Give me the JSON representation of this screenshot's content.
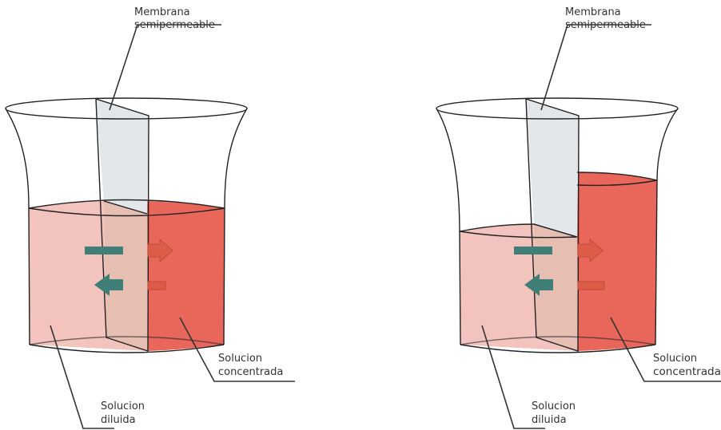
{
  "colors": {
    "dilute_solution": "#f2c4bd",
    "concentrated_solution": "#e8665a",
    "membrane": "#e3e7ea",
    "membrane_in_liquid": "#e6bfb1",
    "water_arrow": "#3f7f77",
    "solute_arrow": "#dd5c48",
    "outline": "#222222"
  },
  "labels": {
    "membrane_line1": "Membrana",
    "membrane_line2": "semipermeable",
    "concentrated_line1": "Solucion",
    "concentrated_line2": "concentrada",
    "dilute_line1": "Solucion",
    "dilute_line2": "diluida"
  },
  "icons": [
    "water-flow-arrow",
    "solute-flow-arrow"
  ]
}
